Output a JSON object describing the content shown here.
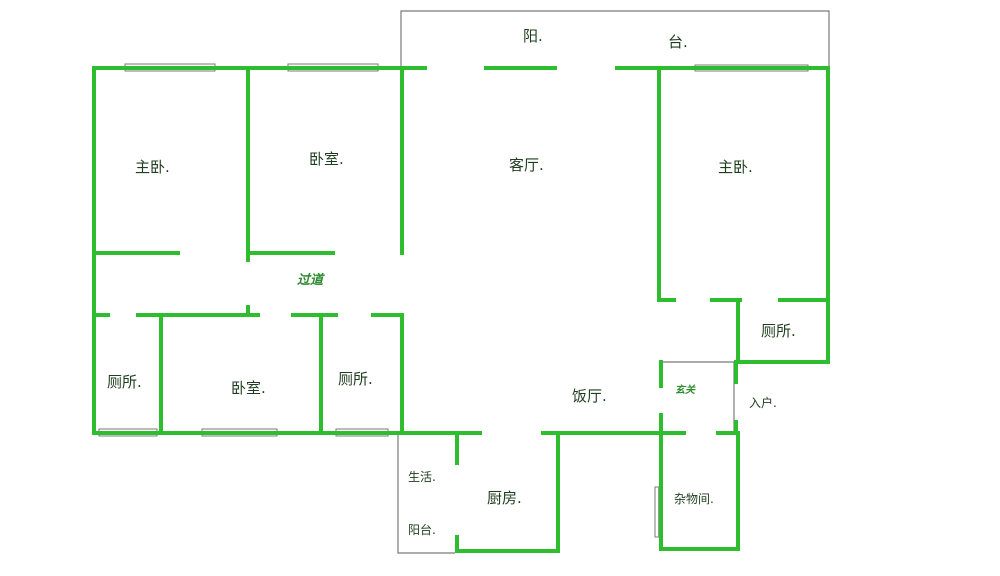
{
  "plan": {
    "rooms": {
      "balcony_top": "阳.",
      "balcony_top_2": "台.",
      "master_bedroom_left": "主卧.",
      "bedroom_top": "卧室.",
      "living_room": "客厅.",
      "master_bedroom_right": "主卧.",
      "corridor": "过道",
      "bathroom_right": "厕所.",
      "bathroom_left": "厕所.",
      "bedroom_bottom": "卧室.",
      "bathroom_middle": "厕所.",
      "dining_room": "饭厅.",
      "foyer": "玄关",
      "entrance": "入户.",
      "utility_balcony_1": "生活.",
      "utility_balcony_2": "阳台.",
      "kitchen": "厨房.",
      "storage_room": "杂物间."
    },
    "colors": {
      "wall": "#2ebd2e",
      "outline": "#7a7a7a",
      "label": "#1f3d1f",
      "green_label": "#2e8b2e"
    }
  }
}
